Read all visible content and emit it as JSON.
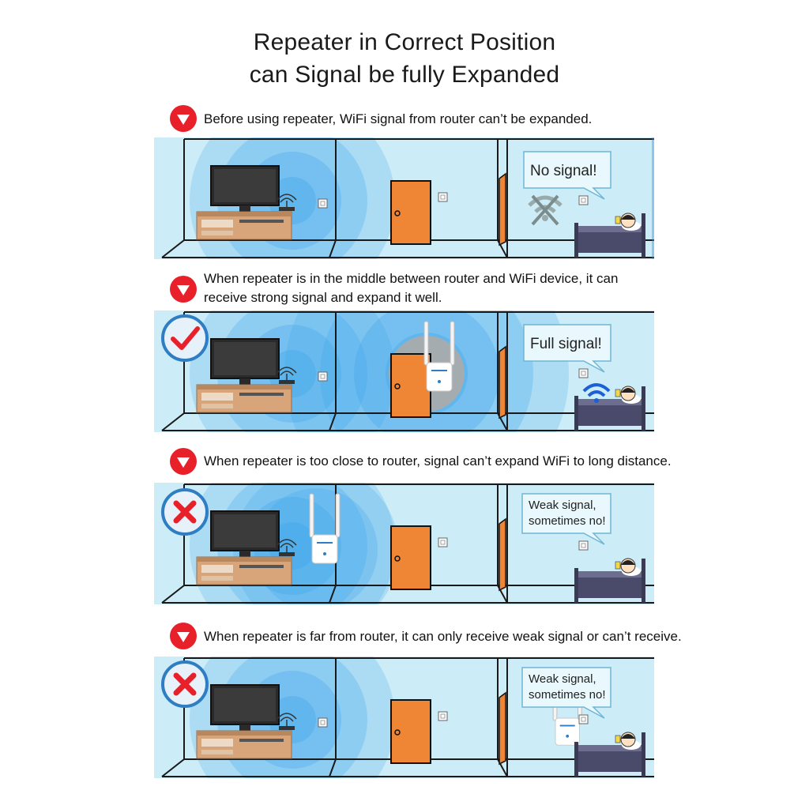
{
  "title": {
    "line1": "Repeater in Correct Position",
    "line2": "can Signal be fully Expanded"
  },
  "colors": {
    "accent_red": "#e8202a",
    "badge_blue": "#2f7ec4",
    "sky": "#bfe7f7",
    "door": "#ef8636",
    "bed": "#4a4a6a"
  },
  "scenes": [
    {
      "caption": [
        "Before using repeater, WiFi signal from router can’t be expanded."
      ],
      "bubble": [
        "No signal!"
      ],
      "badge": "none",
      "repeater": "none",
      "device_signal": "none"
    },
    {
      "caption": [
        "When repeater is in the middle between router and WiFi device, it can",
        "receive strong signal and expand it well."
      ],
      "bubble": [
        "Full signal!"
      ],
      "badge": "check",
      "repeater": "middle",
      "device_signal": "full"
    },
    {
      "caption": [
        "When repeater is too close to router, signal can’t expand WiFi to long distance."
      ],
      "bubble": [
        "Weak signal,",
        "sometimes no!"
      ],
      "badge": "cross",
      "repeater": "near",
      "device_signal": "weak"
    },
    {
      "caption": [
        "When repeater is far from router, it can only receive weak signal or can’t receive."
      ],
      "bubble": [
        "Weak signal,",
        "sometimes no!"
      ],
      "badge": "cross",
      "repeater": "far",
      "device_signal": "weak"
    }
  ]
}
